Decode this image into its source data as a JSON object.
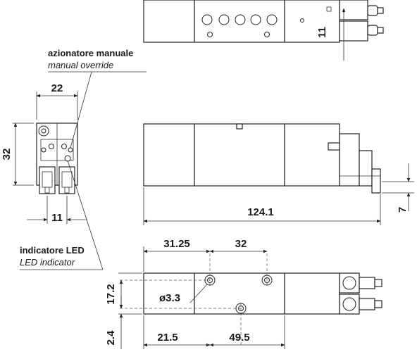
{
  "labels": {
    "manual_override_it": "azionatore manuale",
    "manual_override_en": "manual override",
    "led_it": "indicatore LED",
    "led_en": "LED indicator"
  },
  "dimensions": {
    "top_height": "11",
    "side_width": "22",
    "side_height": "32",
    "side_pitch": "11",
    "total_length": "124.1",
    "connector_offset": "7",
    "hole_spacing_1": "31.25",
    "hole_spacing_2": "32",
    "vertical_17": "17.2",
    "vertical_24": "2.4",
    "base_21": "21.5",
    "base_49": "49.5",
    "hole_diameter": "ø3.3"
  },
  "colors": {
    "line": "#222222",
    "background": "#ffffff"
  }
}
